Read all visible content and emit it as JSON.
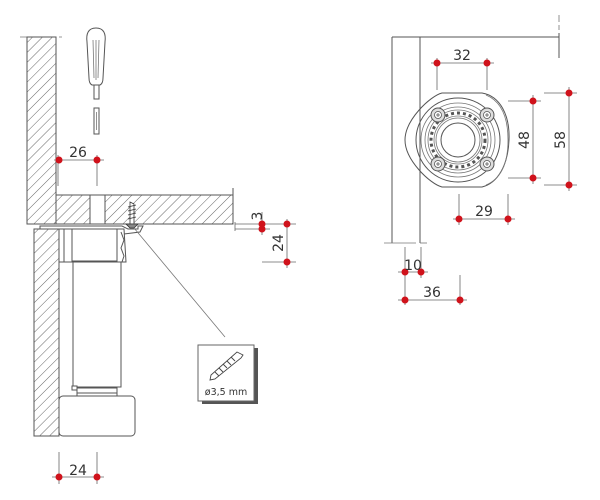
{
  "colors": {
    "dimension_dot": "#d0121b",
    "line": "#555555",
    "hatch": "#666666"
  },
  "side_view": {
    "dimensions": {
      "hole_offset": "26",
      "panel_gap": "3",
      "bracket_height": "24",
      "foot_width": "24"
    },
    "callout": {
      "icon": "screw-icon",
      "label": "ø3,5 mm"
    },
    "tool_icon": "screwdriver-icon"
  },
  "top_view": {
    "dimensions": {
      "screw_spacing_x": "32",
      "screw_spacing_y": "48",
      "plate_height": "58",
      "center_offset": "29",
      "wall_thickness": "10",
      "center_from_edge": "36"
    }
  }
}
